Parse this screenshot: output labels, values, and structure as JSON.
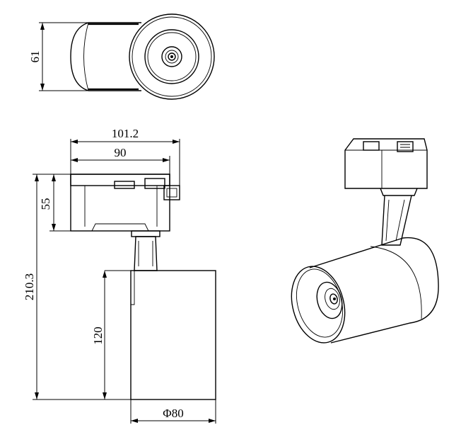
{
  "dimensions": {
    "top_height": "61",
    "overall_width": "101.2",
    "adapter_width": "90",
    "adapter_height": "55",
    "overall_height": "210.3",
    "body_height": "120",
    "body_diameter": "Φ80"
  },
  "colors": {
    "line": "#000000",
    "background": "#ffffff"
  }
}
